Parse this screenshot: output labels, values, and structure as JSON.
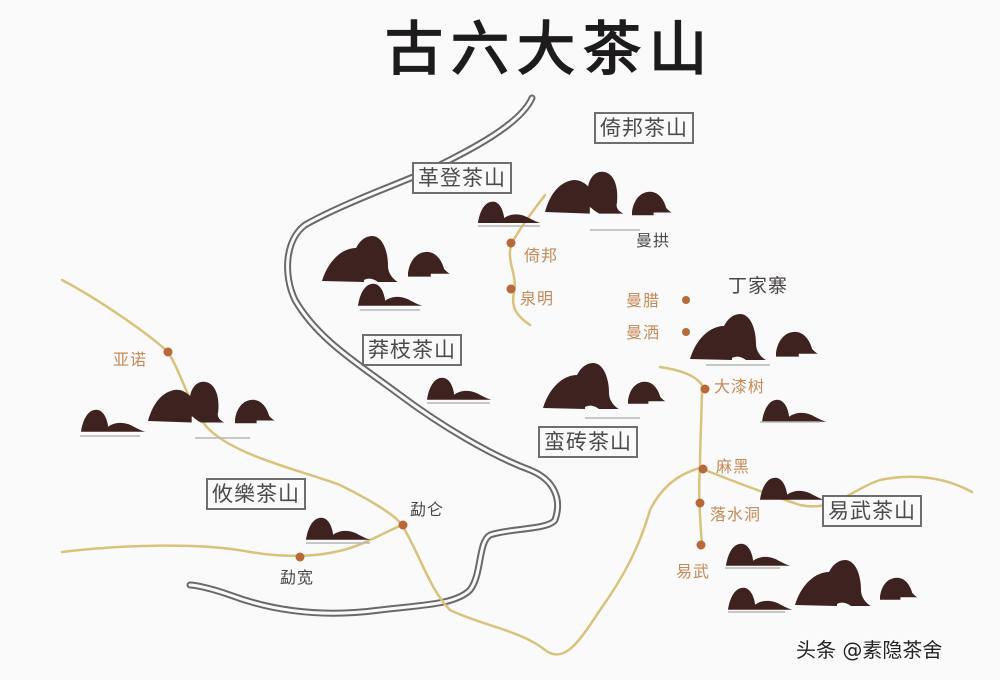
{
  "title": "古六大茶山",
  "colors": {
    "background": "#fbfafb",
    "mountain": "#3e2220",
    "trail": "#d9c27a",
    "road": "#6a6869",
    "village_dot": "#b8693a",
    "village_text": "#c48a58",
    "region_border": "#6f6d6e"
  },
  "regions": [
    {
      "id": "gedeng",
      "label": "革登茶山"
    },
    {
      "id": "yibang",
      "label": "倚邦茶山"
    },
    {
      "id": "mangzhi",
      "label": "莽枝茶山"
    },
    {
      "id": "manzhuan",
      "label": "蛮砖茶山"
    },
    {
      "id": "youle",
      "label": "攸樂茶山"
    },
    {
      "id": "yiwu",
      "label": "易武茶山"
    }
  ],
  "villages": [
    {
      "id": "yibang_v",
      "label": "倚邦"
    },
    {
      "id": "quanming",
      "label": "泉明"
    },
    {
      "id": "mangong",
      "label": "曼拱"
    },
    {
      "id": "dingjiazhai",
      "label": "丁家寨"
    },
    {
      "id": "manla",
      "label": "曼腊"
    },
    {
      "id": "mansa",
      "label": "曼洒"
    },
    {
      "id": "yanuo",
      "label": "亚诺"
    },
    {
      "id": "dalishu",
      "label": "大漆树"
    },
    {
      "id": "mahei",
      "label": "麻黑"
    },
    {
      "id": "luoshuidong",
      "label": "落水洞"
    },
    {
      "id": "yiwu_v",
      "label": "易武"
    },
    {
      "id": "menglun",
      "label": "勐仑"
    },
    {
      "id": "mengkuan",
      "label": "勐宽"
    }
  ],
  "watermark": "头条 @素隐茶舍"
}
